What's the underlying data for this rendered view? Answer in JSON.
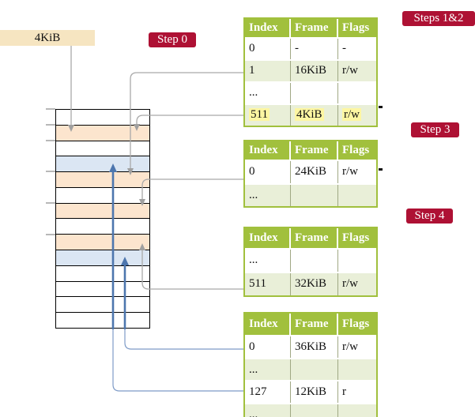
{
  "page_size_box": {
    "label": "4KiB"
  },
  "steps": {
    "step0": "Step 0",
    "steps12": "Steps 1&2",
    "step3": "Step 3",
    "step4": "Step 4"
  },
  "tables": [
    {
      "name": "page-table-steps-1-2",
      "header": [
        "Index",
        "Frame",
        "Flags"
      ],
      "rows": [
        {
          "cells": [
            "0",
            "-",
            "-"
          ],
          "band": false,
          "highlight": false
        },
        {
          "cells": [
            "1",
            "16KiB",
            "r/w"
          ],
          "band": true,
          "highlight": false
        },
        {
          "cells": [
            "...",
            "",
            ""
          ],
          "band": false,
          "highlight": false
        },
        {
          "cells": [
            "511",
            "4KiB",
            "r/w"
          ],
          "band": true,
          "highlight": true
        }
      ]
    },
    {
      "name": "page-table-step-3",
      "header": [
        "Index",
        "Frame",
        "Flags"
      ],
      "rows": [
        {
          "cells": [
            "0",
            "24KiB",
            "r/w"
          ],
          "band": false,
          "highlight": false
        },
        {
          "cells": [
            "...",
            "",
            ""
          ],
          "band": true,
          "highlight": false
        }
      ]
    },
    {
      "name": "page-table-step-4",
      "header": [
        "Index",
        "Frame",
        "Flags"
      ],
      "rows": [
        {
          "cells": [
            "...",
            "",
            ""
          ],
          "band": false,
          "highlight": false
        },
        {
          "cells": [
            "511",
            "32KiB",
            "r/w"
          ],
          "band": true,
          "highlight": false
        }
      ]
    },
    {
      "name": "page-table-final",
      "header": [
        "Index",
        "Frame",
        "Flags"
      ],
      "rows": [
        {
          "cells": [
            "0",
            "36KiB",
            "r/w"
          ],
          "band": false,
          "highlight": false
        },
        {
          "cells": [
            "...",
            "",
            ""
          ],
          "band": true,
          "highlight": false
        },
        {
          "cells": [
            "127",
            "12KiB",
            "r"
          ],
          "band": false,
          "highlight": false
        },
        {
          "cells": [
            "...",
            "",
            ""
          ],
          "band": true,
          "highlight": false
        }
      ]
    }
  ],
  "memory": {
    "row_colors": [
      "white",
      "orange",
      "white",
      "blue",
      "orange",
      "white",
      "orange",
      "white",
      "orange",
      "blue",
      "white",
      "white",
      "white",
      "white"
    ]
  },
  "colors": {
    "header_green": "#a1c03d",
    "band_green": "#e9efd8",
    "highlight_yellow": "#fdf6a2",
    "step_crimson": "#ae1134",
    "memory_orange": "#fce5ce",
    "memory_blue": "#dbe6f3",
    "page_box_wheat": "#f6e5c1",
    "gray_arrow": "#a9a9a9",
    "blue_arrow": "#4d76ae"
  }
}
